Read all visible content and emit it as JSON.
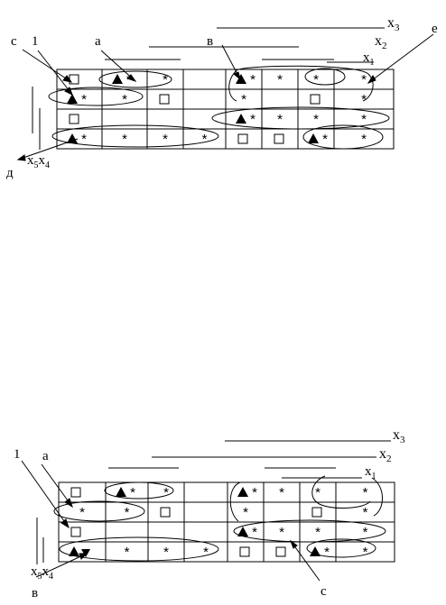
{
  "diagram1": {
    "labels": {
      "c": "с",
      "one": "1",
      "a": "а",
      "b": "в",
      "e": "е",
      "d": "д"
    },
    "var_labels": {
      "x3": "x",
      "x3_sub": "3",
      "x2": "x",
      "x2_sub": "2",
      "x1": "x",
      "x1_sub": "1",
      "x5": "x",
      "x5_sub": "5",
      "x4": "x",
      "x4_sub": "4"
    },
    "cells": [
      [
        "sq",
        "tri-star",
        "star",
        "",
        "tri-star",
        "star",
        "star",
        "star"
      ],
      [
        "tri-star",
        "star",
        "sq",
        "",
        "star",
        "",
        "sq",
        "star"
      ],
      [
        "sq",
        "",
        "",
        "",
        "tri-star",
        "star",
        "star",
        "star"
      ],
      [
        "tri-star",
        "star",
        "star",
        "star",
        "sq",
        "sq",
        "tri-star",
        "star"
      ]
    ]
  },
  "diagram2": {
    "labels": {
      "one": "1",
      "a": "а",
      "b": "в",
      "c": "с"
    },
    "var_labels": {
      "x3": "x",
      "x3_sub": "3",
      "x2": "x",
      "x2_sub": "2",
      "x1": "x",
      "x1_sub": "1",
      "x5": "x",
      "x5_sub": "5",
      "x4": "x",
      "x4_sub": "4"
    },
    "cells": [
      [
        "sq",
        "tri-star",
        "star",
        "",
        "tri-star",
        "star",
        "star",
        "star"
      ],
      [
        "star",
        "star",
        "sq",
        "",
        "star",
        "",
        "sq",
        "star"
      ],
      [
        "sq",
        "",
        "",
        "",
        "tri-star",
        "star",
        "star",
        "star"
      ],
      [
        "tri-down",
        "star",
        "star",
        "star",
        "sq",
        "sq",
        "tri-star",
        "star"
      ]
    ]
  }
}
